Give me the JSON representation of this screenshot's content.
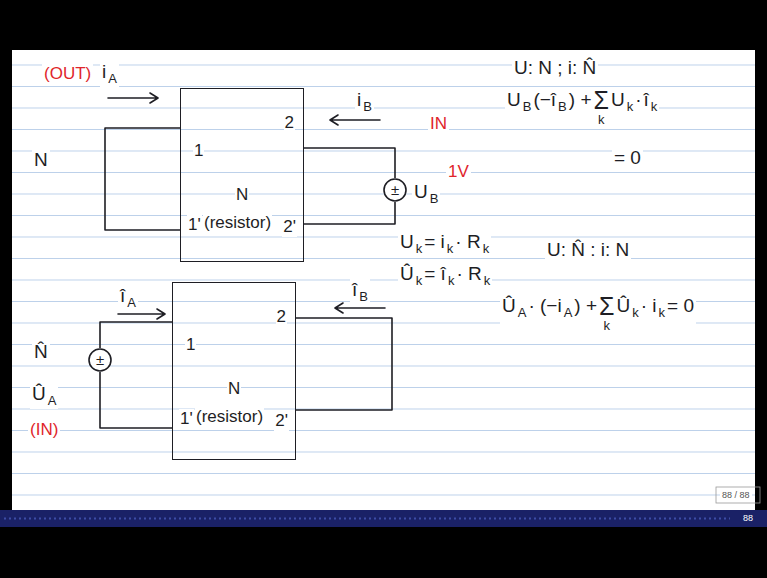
{
  "diagram": {
    "nodes": [
      {
        "text": [
          "1",
          "2",
          "N",
          "(resistor)",
          "1'",
          "2'"
        ]
      },
      {
        "text": [
          "±"
        ]
      },
      {
        "text": [
          "±"
        ]
      },
      {
        "text": [
          "1",
          "2",
          "N",
          "(resistor)",
          "1'",
          "2'"
        ]
      }
    ],
    "edges": [
      {
        "from": 1,
        "to": 0,
        "arrow": "none"
      },
      {
        "from": 1,
        "to": 0,
        "arrow": "none"
      },
      {
        "from": 2,
        "to": 3,
        "arrow": "none"
      },
      {
        "from": 2,
        "to": 3,
        "arrow": "none"
      }
    ],
    "labels": [
      "U: N ; i: N̂",
      "(OUT)",
      "i",
      "A",
      "i",
      "B",
      "IN",
      "U",
      "B",
      "1V",
      "U",
      "B",
      "(−î",
      "B",
      ") +",
      "Σ",
      "k",
      "U",
      "k",
      "·",
      "î",
      "k",
      "= 0",
      "N",
      "U",
      "k",
      "= i",
      "k",
      "· R",
      "k",
      "U: N̂ : i: N",
      "Û",
      "k",
      "= î",
      "k",
      "· R",
      "k",
      "Û",
      "A",
      "· (−i",
      "A",
      ") +",
      "Σ",
      "k",
      "Û",
      "k",
      "· i",
      "k",
      "= 0",
      "î",
      "A",
      "î",
      "B",
      "N̂",
      "Û",
      "A",
      "(IN)",
      "88 / 88",
      "88"
    ]
  }
}
